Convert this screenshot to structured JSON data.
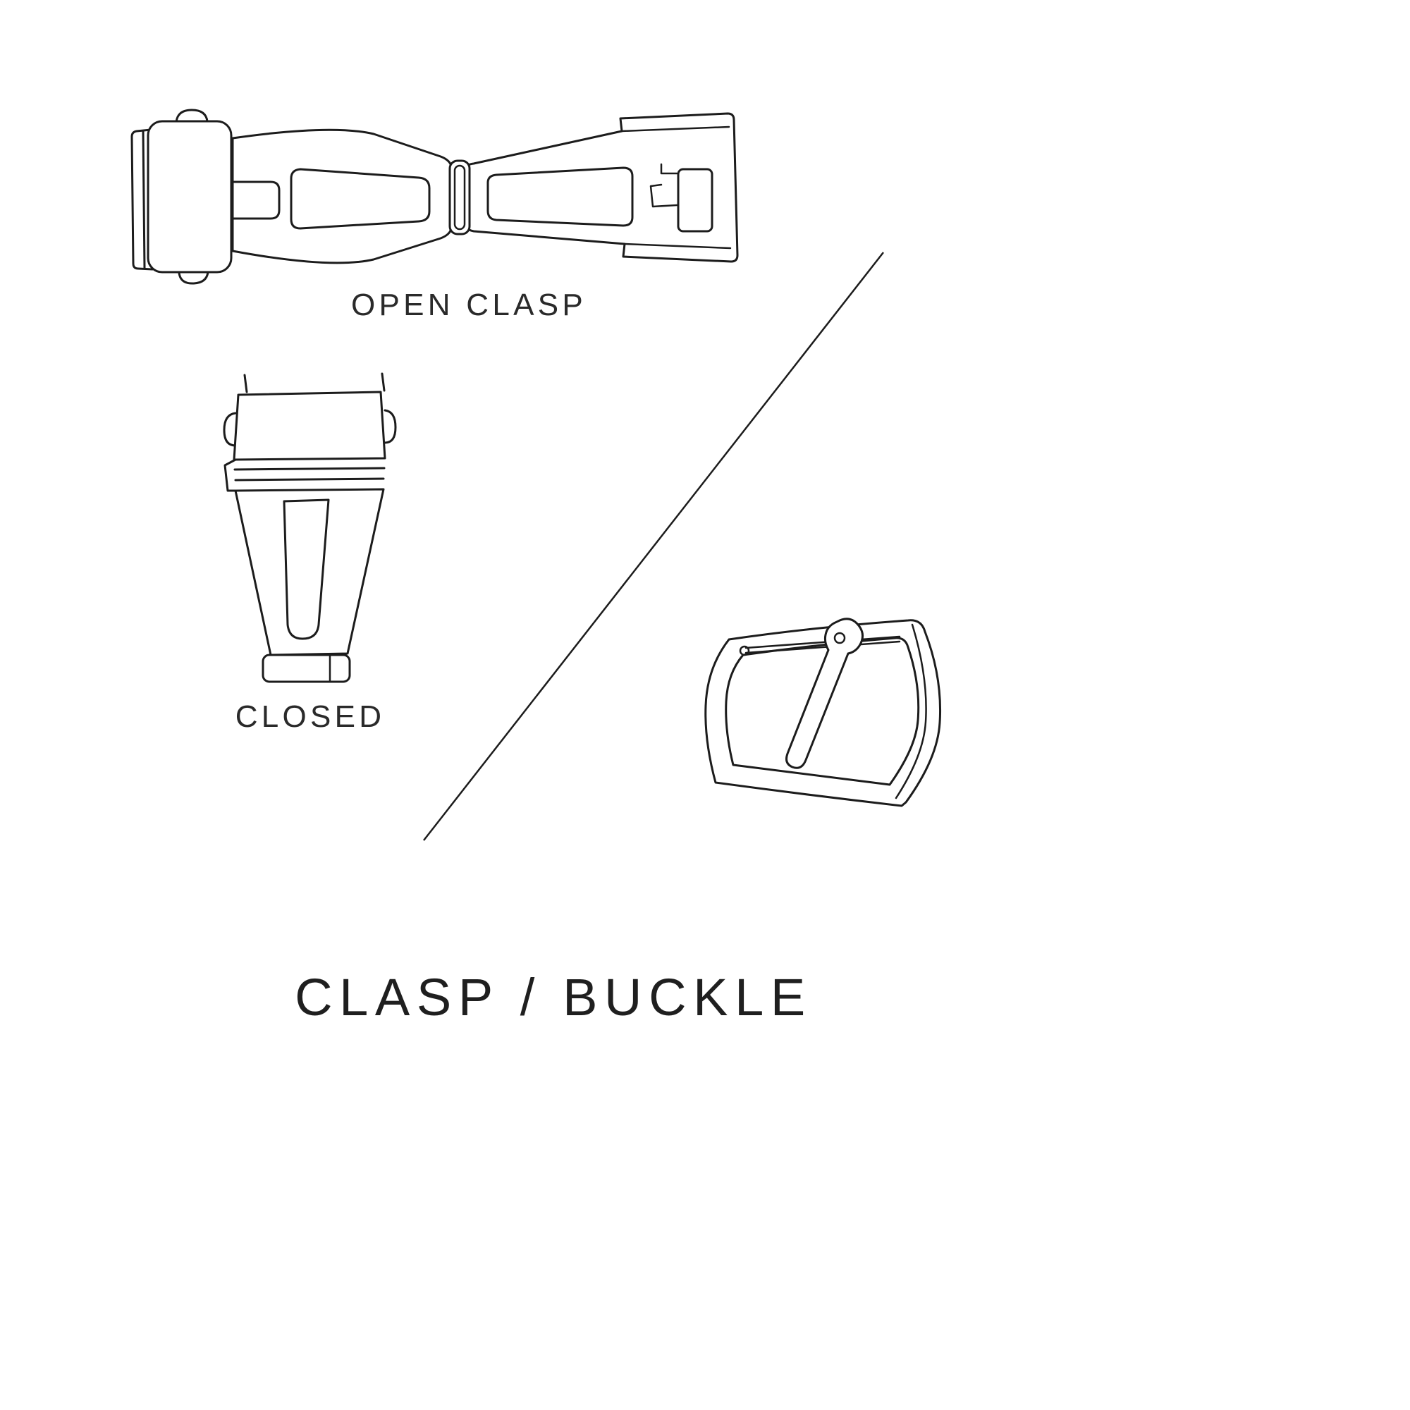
{
  "page": {
    "title": "CLASP / BUCKLE",
    "background_color": "#ffffff",
    "line_color": "#1c1c1c",
    "text_color": "#2a2a2a"
  },
  "figures": {
    "open_clasp": {
      "label": "OPEN CLASP",
      "illustration": "open-clasp-illustration"
    },
    "closed": {
      "label": "CLOSED",
      "illustration": "closed-clasp-illustration"
    },
    "buckle": {
      "illustration": "buckle-illustration"
    }
  },
  "divider": {
    "illustration": "diagonal-divider-line"
  }
}
